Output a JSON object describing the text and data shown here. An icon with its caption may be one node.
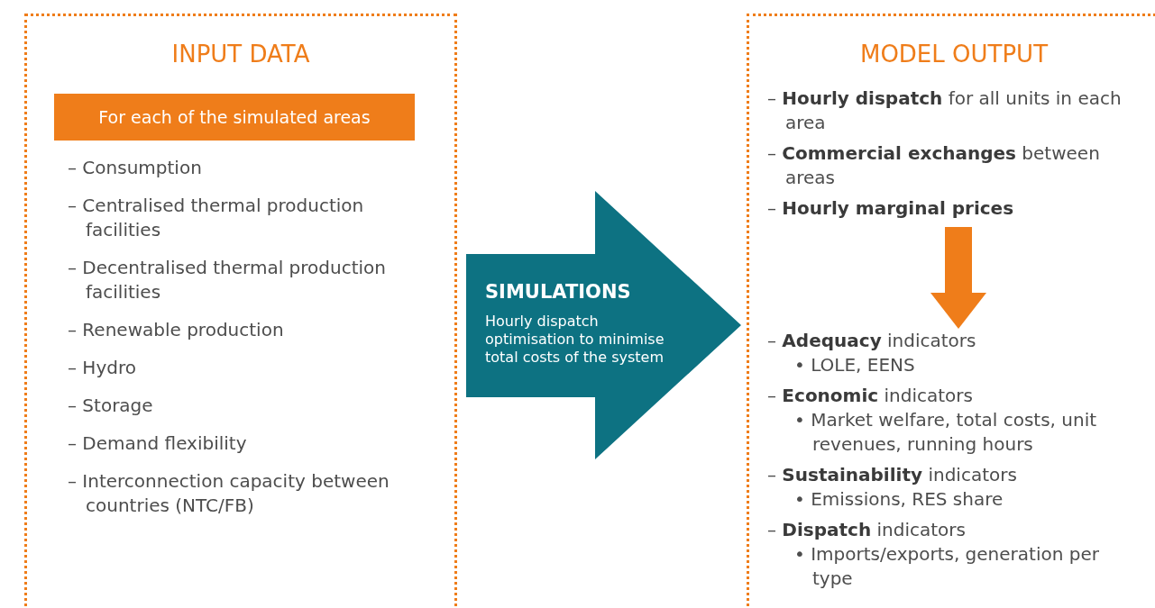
{
  "diagram": {
    "nodes": [
      {
        "text": [
          "INPUT DATA",
          "– Consumption",
          "– Centralised thermal production facilities",
          "– Decentralised thermal production facilities",
          "– Renewable production",
          "– Hydro",
          "– Storage",
          "– Demand flexibility",
          "– Interconnection capacity between countries (NTC/FB)"
        ]
      },
      {
        "text": [
          "For each of the simulated areas"
        ],
        "in": 0
      },
      {
        "text": [
          "SIMULATIONS",
          "Hourly dispatch optimisation to minimise total costs of the system"
        ]
      },
      {
        "text": [
          "MODEL OUTPUT"
        ]
      },
      {
        "text": [
          "– **Hourly dispatch** for all units in each area",
          "– **Commercial exchanges** between areas",
          "– **Hourly marginal prices**"
        ],
        "in": 3
      },
      {
        "text": [
          "– **Adequacy** indicators",
          "• LOLE, EENS",
          "– **Economic** indicators",
          "• Market welfare, total costs, unit revenues, running hours",
          "– **Sustainability** indicators",
          "• Emissions, RES share",
          "– **Dispatch** indicators",
          "• Imports/exports, generation per type"
        ],
        "in": 3
      }
    ],
    "edges": [
      {
        "from": 4,
        "to": 5,
        "arrow": "to",
        "color": "#ef7d1a"
      }
    ]
  }
}
